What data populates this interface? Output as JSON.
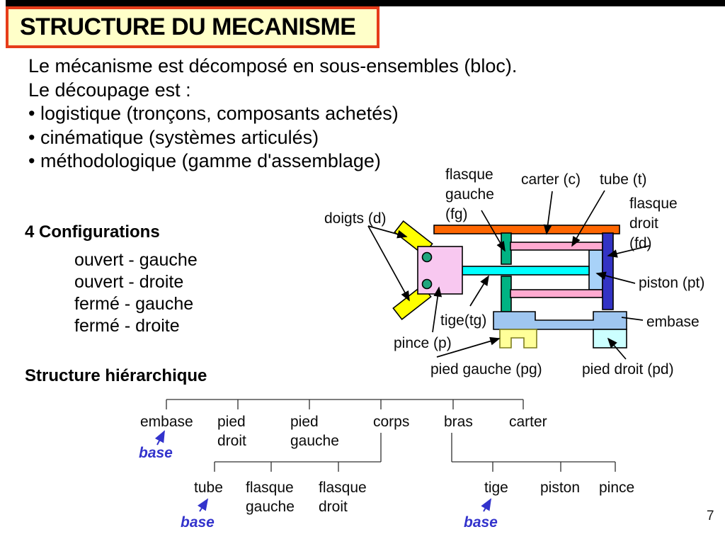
{
  "title": "STRUCTURE DU MECANISME",
  "intro": "Le mécanisme est décomposé en sous-ensembles (bloc).\nLe découpage est :\n• logistique (tronçons, composants achetés)\n• cinématique (systèmes articulés)\n• méthodologique (gamme d'assemblage)",
  "configurations": {
    "heading": "4 Configurations",
    "items": "ouvert - gauche\nouvert - droite\nfermé - gauche\nfermé - droite"
  },
  "hierarchy": {
    "heading": "Structure hiérarchique",
    "level1": [
      "embase",
      "pied\ndroit",
      "pied\ngauche",
      "corps",
      "bras",
      "carter"
    ],
    "corps_children": [
      "tube",
      "flasque\ngauche",
      "flasque\ndroit"
    ],
    "bras_children": [
      "tige",
      "piston",
      "pince"
    ],
    "base_label": "base"
  },
  "diagram": {
    "labels": {
      "doigts": "doigts (d)",
      "flasque_gauche": "flasque\ngauche\n(fg)",
      "carter": "carter (c)",
      "tube": "tube (t)",
      "flasque_droit": "flasque\ndroit\n(fd)",
      "piston": "piston (pt)",
      "embase": "embase",
      "tige": "tige(tg)",
      "pince": "pince (p)",
      "pied_gauche": "pied gauche (pg)",
      "pied_droit": "pied droit (pd)"
    },
    "colors": {
      "carter": "#FF6600",
      "tube": "#FFAAD0",
      "flasque_gauche": "#00B383",
      "flasque_droit": "#3333C4",
      "tige": "#00FFFF",
      "piston": "#A8D2F8",
      "embase": "#9FC6F0",
      "pince": "#F8C8F0",
      "doigts": "#FFFF00",
      "doigt_circles": "#1FA67E",
      "pied_gauche": "#FFFF99",
      "pied_droit": "#CCFFFF",
      "title_border": "#E63C1A",
      "title_fill": "#FFFFC9",
      "base_blue": "#3333CC"
    }
  },
  "page": {
    "number": "7"
  }
}
